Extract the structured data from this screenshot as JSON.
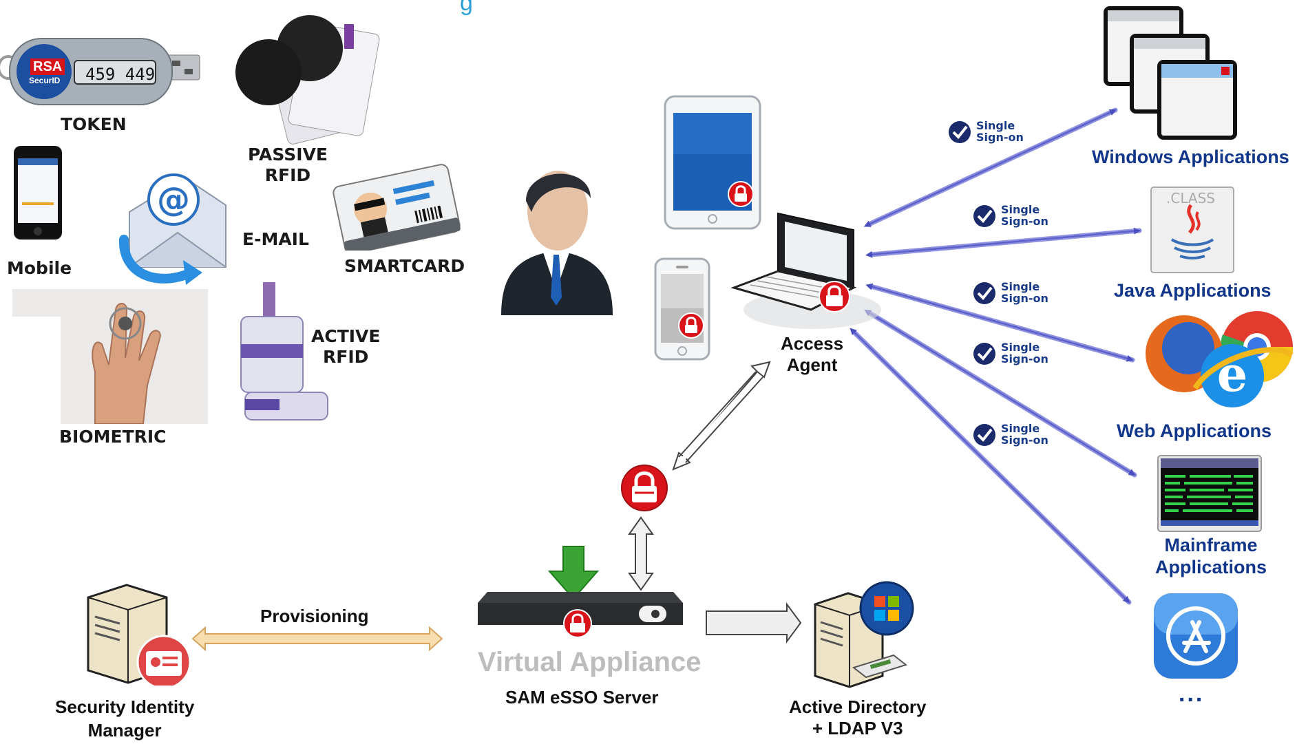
{
  "title_fragment": "g",
  "auth_methods": {
    "token": "TOKEN",
    "token_display": "459 449",
    "rsa_brand": "RSA",
    "rsa_product": "SecurID",
    "passive_rfid": [
      "PASSIVE",
      "RFID"
    ],
    "mobile": "Mobile",
    "email": "E-MAIL",
    "smartcard": "SMARTCARD",
    "active_rfid": [
      "ACTIVE",
      "RFID"
    ],
    "biometric": "BIOMETRIC"
  },
  "access_agent": [
    "Access",
    "Agent"
  ],
  "single_sign_on": [
    "Single",
    "Sign-on"
  ],
  "applications": {
    "windows": "Windows Applications",
    "java": "Java Applications",
    "java_icon_text": ".CLASS",
    "web": "Web Applications",
    "mainframe": [
      "Mainframe",
      "Applications"
    ],
    "more": "..."
  },
  "provisioning": "Provisioning",
  "security_identity_manager": [
    "Security Identity",
    "Manager"
  ],
  "virtual_appliance": "Virtual Appliance",
  "sam_server": "SAM eSSO Server",
  "active_directory": [
    "Active Directory",
    "+ LDAP V3"
  ],
  "colors": {
    "app_label": "#12378a",
    "connector": "#7a7ed6",
    "lock": "#d8141a",
    "provision_arrow": "#f6deb1"
  }
}
